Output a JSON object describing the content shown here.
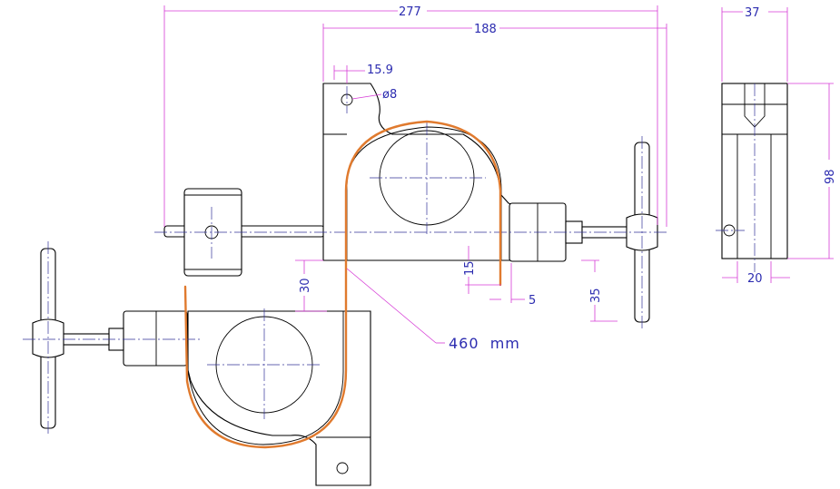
{
  "colors": {
    "outline": "#000000",
    "dimension_line": "#d63ad6",
    "dimension_text": "#2c2cb0",
    "strip": "#e07a2e",
    "centerline": "#333399"
  },
  "dimensions": {
    "overall_length": "277",
    "body_width": "188",
    "hole_offset": "15.9",
    "hole_diameter": "ø8",
    "gap_30": "30",
    "gap_15": "15",
    "gap_5": "5",
    "gap_35": "35",
    "side_width": "37",
    "side_height": "98",
    "side_base": "20"
  },
  "annotation": {
    "strip_length": "460  mm"
  }
}
